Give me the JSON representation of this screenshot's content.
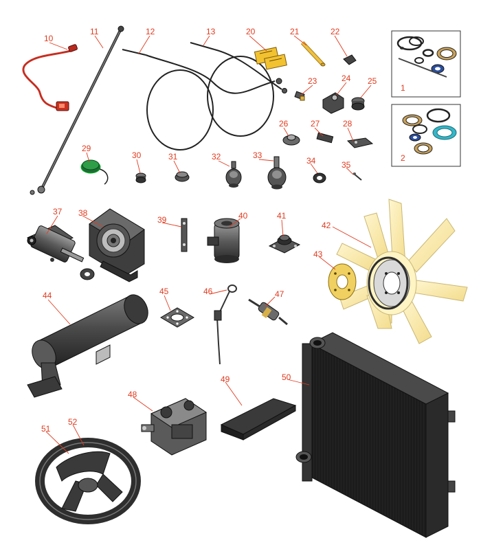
{
  "colors": {
    "callout": "#e23a1e",
    "outline": "#1a1a1a",
    "part_dark": "#3a3a3a",
    "part_mid": "#6b6b6b",
    "part_light": "#bdbdbd",
    "fan_blade": "#fbeeb0",
    "fan_blade_edge": "#c9b774",
    "cable_red": "#d8392b",
    "cap_green": "#2e9e48",
    "decal_yellow": "#f2c230",
    "rod_yellow": "#f0c040",
    "seal_blue": "#2b4f9e",
    "seal_cyan": "#35b7c8",
    "seal_tan": "#c9a15a"
  },
  "callouts": [
    {
      "id": "10",
      "name": "battery-cable-red",
      "label": "10"
    },
    {
      "id": "11",
      "name": "ground-cable",
      "label": "11"
    },
    {
      "id": "12",
      "name": "control-cable-a",
      "label": "12"
    },
    {
      "id": "13",
      "name": "control-cable-b",
      "label": "13"
    },
    {
      "id": "20",
      "name": "decal-kit",
      "label": "20"
    },
    {
      "id": "21",
      "name": "rod",
      "label": "21"
    },
    {
      "id": "22",
      "name": "clip",
      "label": "22"
    },
    {
      "id": "23",
      "name": "fitting",
      "label": "23"
    },
    {
      "id": "24",
      "name": "bracket",
      "label": "24"
    },
    {
      "id": "25",
      "name": "knob",
      "label": "25"
    },
    {
      "id": "26",
      "name": "sensor",
      "label": "26"
    },
    {
      "id": "27",
      "name": "spacer",
      "label": "27"
    },
    {
      "id": "28",
      "name": "pad",
      "label": "28"
    },
    {
      "id": "29",
      "name": "fuel-cap",
      "label": "29"
    },
    {
      "id": "30",
      "name": "nut",
      "label": "30"
    },
    {
      "id": "31",
      "name": "cap-small",
      "label": "31"
    },
    {
      "id": "32",
      "name": "ball-joint-a",
      "label": "32"
    },
    {
      "id": "33",
      "name": "ball-joint-b",
      "label": "33"
    },
    {
      "id": "34",
      "name": "bushing",
      "label": "34"
    },
    {
      "id": "35",
      "name": "pin",
      "label": "35"
    },
    {
      "id": "37",
      "name": "hydraulic-cylinder",
      "label": "37"
    },
    {
      "id": "38",
      "name": "pillow-block-housing",
      "label": "38"
    },
    {
      "id": "39",
      "name": "lever-arm",
      "label": "39"
    },
    {
      "id": "40",
      "name": "hydraulic-motor",
      "label": "40"
    },
    {
      "id": "41",
      "name": "engine-mount",
      "label": "41"
    },
    {
      "id": "42",
      "name": "cooling-fan",
      "label": "42"
    },
    {
      "id": "43",
      "name": "fan-spacer",
      "label": "43"
    },
    {
      "id": "44",
      "name": "muffler",
      "label": "44"
    },
    {
      "id": "45",
      "name": "exhaust-gasket",
      "label": "45"
    },
    {
      "id": "46",
      "name": "dipstick",
      "label": "46"
    },
    {
      "id": "47",
      "name": "fuel-filter",
      "label": "47"
    },
    {
      "id": "48",
      "name": "hydraulic-pump",
      "label": "48"
    },
    {
      "id": "49",
      "name": "seat-cushion",
      "label": "49"
    },
    {
      "id": "50",
      "name": "radiator",
      "label": "50"
    },
    {
      "id": "51",
      "name": "steering-wheel",
      "label": "51"
    },
    {
      "id": "52",
      "name": "steering-wheel-cover",
      "label": "52"
    }
  ],
  "insets": [
    {
      "id": "1",
      "name": "seal-kit-1",
      "label": "1"
    },
    {
      "id": "2",
      "name": "seal-kit-2",
      "label": "2"
    }
  ]
}
